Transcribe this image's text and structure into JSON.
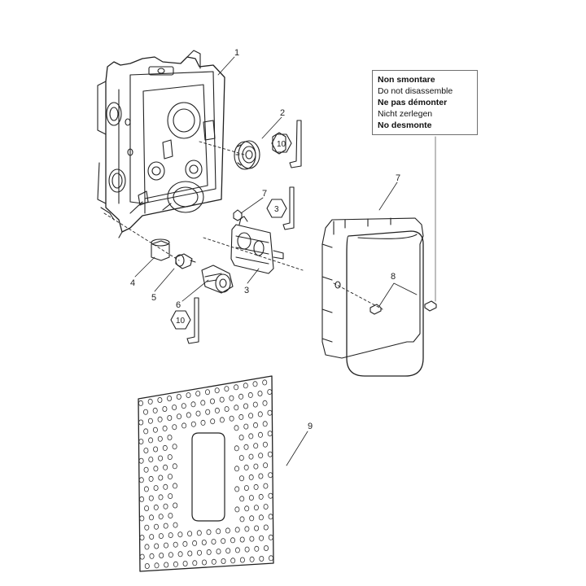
{
  "notice": {
    "lines": [
      {
        "text": "Non smontare",
        "bold": true
      },
      {
        "text": "Do not disassemble",
        "bold": false
      },
      {
        "text": "Ne pas démonter",
        "bold": true
      },
      {
        "text": "Nicht zerlegen",
        "bold": false
      },
      {
        "text": "No desmonte",
        "bold": true
      }
    ]
  },
  "callouts": {
    "c1": "1",
    "c2": "2",
    "c3": "3",
    "c4": "4",
    "c5": "5",
    "c6": "6",
    "c7a": "7",
    "c7b": "7",
    "c8": "8",
    "c9": "9"
  },
  "tool_sizes": {
    "hex_a": "10",
    "hex_b": "3",
    "hex_c": "10"
  }
}
